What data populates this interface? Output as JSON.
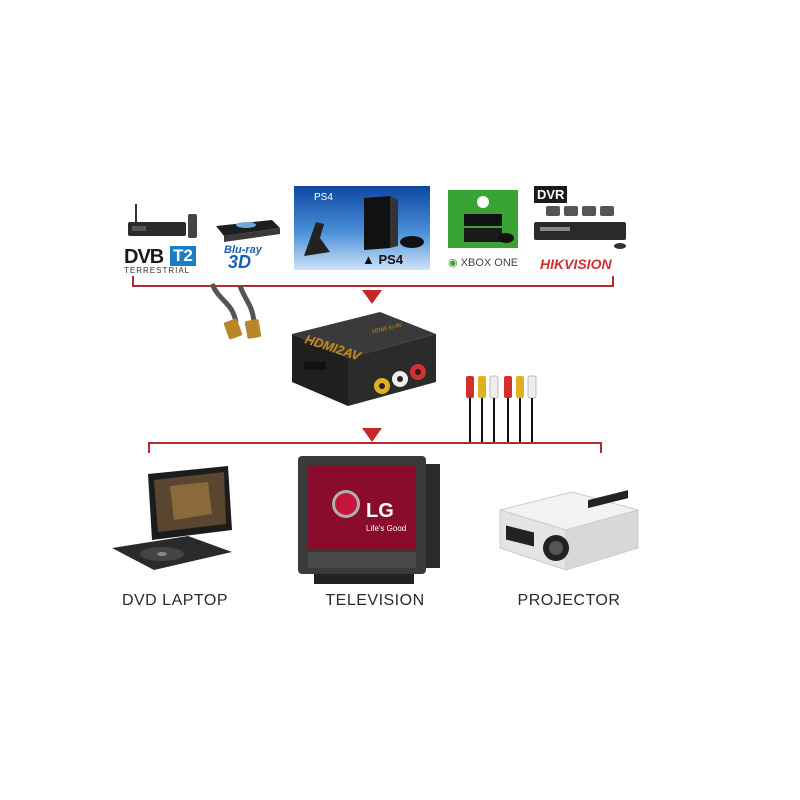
{
  "sources": {
    "dvb": {
      "brand": "DVB",
      "badge": "T2",
      "sub": "TERRESTRIAL"
    },
    "bluray": {
      "line1": "Blu-ray",
      "line2": "3D"
    },
    "ps4": {
      "banner": "PS4",
      "logo": "PS4"
    },
    "xbox": {
      "logo": "XBOX ONE"
    },
    "dvr": {
      "badge": "DVR",
      "logo": "HIKVISION"
    }
  },
  "converter": {
    "label": "HDMI2AV",
    "sub": "HDMI to AV"
  },
  "outputs": {
    "tv_brand": "LG",
    "tv_slogan": "Life's Good",
    "laptop_label": "DVD LAPTOP",
    "tv_label": "TELEVISION",
    "projector_label": "PROJECTOR"
  },
  "colors": {
    "line": "#b52a2a",
    "arrow": "#c62828",
    "xbox_green": "#3aa335",
    "hik_red": "#d32f2f",
    "ps_blue": "#1a5fb4"
  }
}
